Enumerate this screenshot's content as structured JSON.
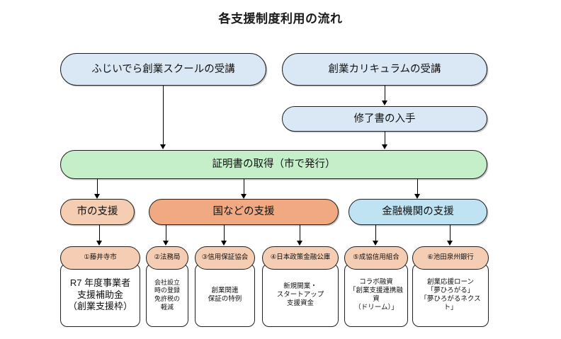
{
  "title": "各支援制度利用の流れ",
  "colors": {
    "blue_top": "#dae8f5",
    "blue_light": "#bfe3f2",
    "green": "#c5efc8",
    "peach": "#f5cdb3",
    "orange": "#f0a980",
    "white": "#ffffff",
    "outline": "#1f1f1f"
  },
  "flow": {
    "entry": [
      {
        "id": "school",
        "label": "ふじいでら創業スクールの受講"
      },
      {
        "id": "curriculum",
        "label": "創業カリキュラムの受講"
      }
    ],
    "certificate_step": {
      "id": "completion",
      "label": "修了書の入手"
    },
    "certificate": {
      "id": "certificate",
      "label": "証明書の取得（市で発行）"
    },
    "categories": [
      {
        "id": "city",
        "label": "市の支援"
      },
      {
        "id": "national",
        "label": "国などの支援"
      },
      {
        "id": "financial",
        "label": "金融機関の支援"
      }
    ],
    "providers": [
      {
        "id": "fujiidera",
        "header": "①藤井寺市",
        "detail": "R7 年度事業者\n支援補助金\n（創業支援枠）"
      },
      {
        "id": "homukyoku",
        "header": "②法務局",
        "detail": "会社設立\n時の登録\n免許税の\n軽減"
      },
      {
        "id": "shinyo-hosho",
        "header": "③信用保証協会",
        "detail": "創業関連\n保証の特例"
      },
      {
        "id": "nichikin",
        "header": "④日本政策金融公庫",
        "detail": "新規開業・\nスタートアップ\n支援資金"
      },
      {
        "id": "seikyo",
        "header": "⑤成協信用組合",
        "detail": "コラボ融資\n「創業支援連携融資\n（ドリーム）」"
      },
      {
        "id": "ikeda-senshu",
        "header": "⑥池田泉州銀行",
        "detail": "創業応援ローン\n「夢ひろがる」\n「夢ひろがるネクスト」"
      }
    ]
  }
}
